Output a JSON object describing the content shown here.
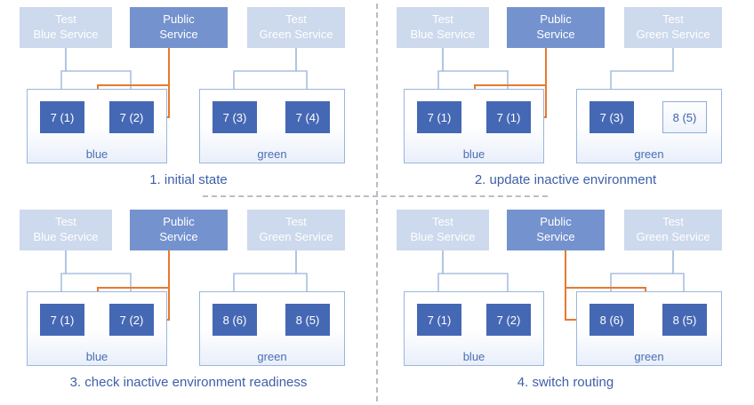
{
  "colors": {
    "public_service_fill": "#7492ce",
    "test_service_fill": "#cdd9ec",
    "task_box_fill": "#4568b4",
    "environment_border": "#9ab6de",
    "arrow_light": "#aac0e0",
    "arrow_orange": "#e8792e",
    "caption_text": "#3e5fa9"
  },
  "panels": [
    {
      "caption": "1. initial state",
      "routing": "blue",
      "services": [
        {
          "label": "Test\nBlue Service"
        },
        {
          "label": "Public\nService"
        },
        {
          "label": "Test\nGreen Service"
        }
      ],
      "environments": [
        {
          "name": "blue",
          "boxes": [
            {
              "label": "7 (1)",
              "style": "filled"
            },
            {
              "label": "7 (2)",
              "style": "filled"
            }
          ]
        },
        {
          "name": "green",
          "boxes": [
            {
              "label": "7 (3)",
              "style": "filled"
            },
            {
              "label": "7 (4)",
              "style": "filled"
            }
          ]
        }
      ]
    },
    {
      "caption": "2. update inactive environment",
      "routing": "blue",
      "services": [
        {
          "label": "Test\nBlue Service"
        },
        {
          "label": "Public\nService"
        },
        {
          "label": "Test\nGreen Service"
        }
      ],
      "environments": [
        {
          "name": "blue",
          "boxes": [
            {
              "label": "7 (1)",
              "style": "filled"
            },
            {
              "label": "7 (1)",
              "style": "filled"
            }
          ]
        },
        {
          "name": "green",
          "boxes": [
            {
              "label": "7 (3)",
              "style": "filled"
            },
            {
              "label": "8 (5)",
              "style": "outline"
            }
          ]
        }
      ]
    },
    {
      "caption": "3. check inactive environment readiness",
      "routing": "blue",
      "services": [
        {
          "label": "Test\nBlue Service"
        },
        {
          "label": "Public\nService"
        },
        {
          "label": "Test\nGreen Service"
        }
      ],
      "environments": [
        {
          "name": "blue",
          "boxes": [
            {
              "label": "7 (1)",
              "style": "filled"
            },
            {
              "label": "7 (2)",
              "style": "filled"
            }
          ]
        },
        {
          "name": "green",
          "boxes": [
            {
              "label": "8 (6)",
              "style": "filled"
            },
            {
              "label": "8 (5)",
              "style": "filled"
            }
          ]
        }
      ]
    },
    {
      "caption": "4. switch routing",
      "routing": "green",
      "services": [
        {
          "label": "Test\nBlue Service"
        },
        {
          "label": "Public\nService"
        },
        {
          "label": "Test\nGreen Service"
        }
      ],
      "environments": [
        {
          "name": "blue",
          "boxes": [
            {
              "label": "7 (1)",
              "style": "filled"
            },
            {
              "label": "7 (2)",
              "style": "filled"
            }
          ]
        },
        {
          "name": "green",
          "boxes": [
            {
              "label": "8 (6)",
              "style": "filled"
            },
            {
              "label": "8 (5)",
              "style": "filled"
            }
          ]
        }
      ]
    }
  ]
}
